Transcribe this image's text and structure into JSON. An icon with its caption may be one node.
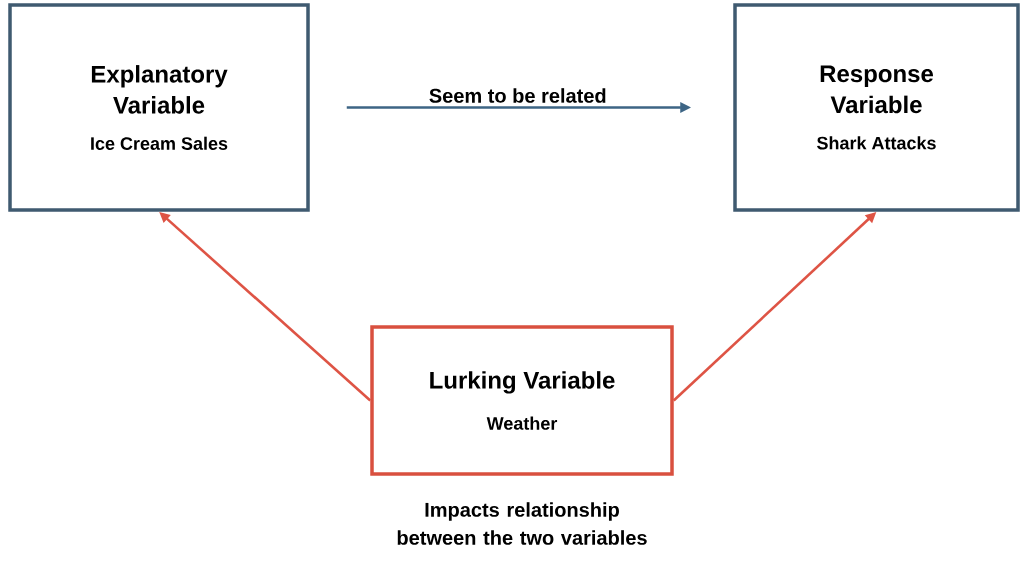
{
  "diagram": {
    "nodes": [
      {
        "text": [
          "Explanatory Variable",
          "Ice Cream Sales"
        ]
      },
      {
        "text": [
          "Response Variable",
          "Shark Attacks"
        ]
      },
      {
        "text": [
          "Lurking Variable",
          "Weather"
        ],
        "beside": [
          "Impacts relationship between the two variables"
        ]
      }
    ],
    "edges": [
      {
        "from": 0,
        "to": 1,
        "arrow": "to",
        "label": "Seem to be related",
        "color": "#3d6585"
      },
      {
        "from": 2,
        "to": 0,
        "arrow": "to",
        "color": "#de5445"
      },
      {
        "from": 2,
        "to": 1,
        "arrow": "to",
        "color": "#de5445"
      }
    ]
  }
}
